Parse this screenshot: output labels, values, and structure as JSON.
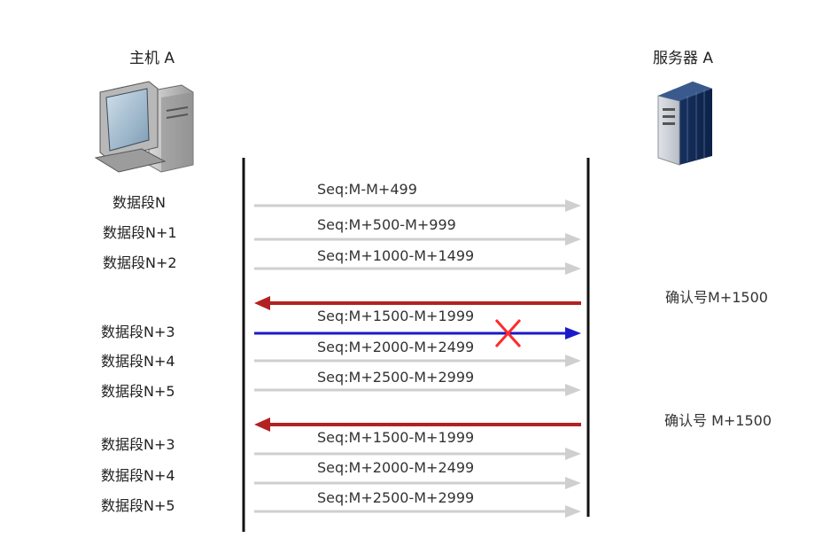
{
  "host": {
    "title": "主机 A"
  },
  "server": {
    "title": "服务器 A"
  },
  "colors": {
    "timeline": "#111111",
    "data_arrow": "#cfcfcf",
    "ack_arrow": "#b22222",
    "lost_arrow": "#1a1acc",
    "lost_mark": "#ff2a2a"
  },
  "segments_group1": [
    {
      "label": "数据段N",
      "seq": "Seq:M-M+499"
    },
    {
      "label": "数据段N+1",
      "seq": "Seq:M+500-M+999"
    },
    {
      "label": "数据段N+2",
      "seq": "Seq:M+1000-M+1499"
    }
  ],
  "ack1": {
    "label": "确认号M+1500"
  },
  "segments_group2": [
    {
      "label": "数据段N+3",
      "seq": "Seq:M+1500-M+1999",
      "lost": true
    },
    {
      "label": "数据段N+4",
      "seq": "Seq:M+2000-M+2499"
    },
    {
      "label": "数据段N+5",
      "seq": "Seq:M+2500-M+2999"
    }
  ],
  "ack2": {
    "label": "确认号 M+1500"
  },
  "segments_group3": [
    {
      "label": "数据段N+3",
      "seq": "Seq:M+1500-M+1999"
    },
    {
      "label": "数据段N+4",
      "seq": "Seq:M+2000-M+2499"
    },
    {
      "label": "数据段N+5",
      "seq": "Seq:M+2500-M+2999"
    }
  ]
}
